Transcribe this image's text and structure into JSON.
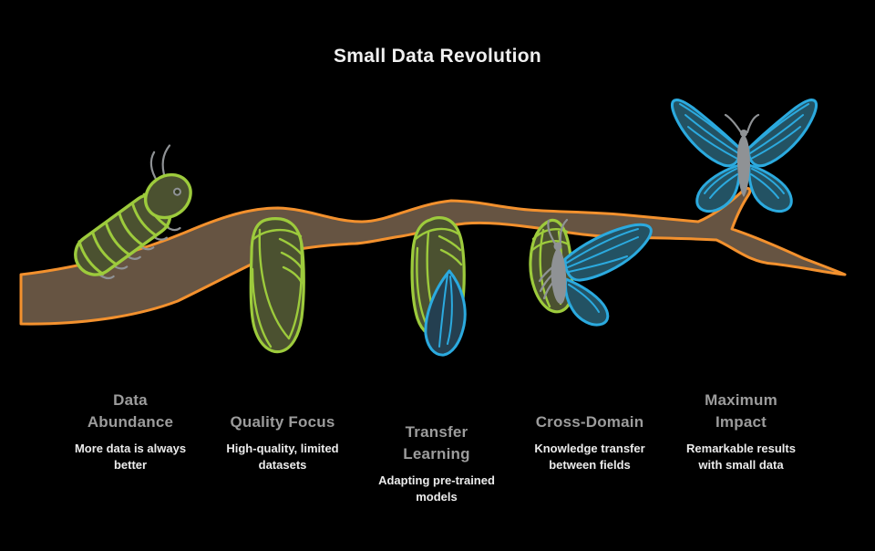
{
  "title": "Small Data Revolution",
  "colors": {
    "background": "#000000",
    "branch_fill": "#665442",
    "branch_outline": "#F3912E",
    "lime_outline": "#9DCB3C",
    "olive_fill": "#4B5130",
    "blue_outline": "#2BAADF",
    "teal_wing_fill": "#235263",
    "dark_wing_fill": "#243F50",
    "gray_detail": "#8F9295",
    "title_color": "#F0F0F0",
    "label_color": "#9C9C9C",
    "desc_color": "#EBEBEB"
  },
  "stages": [
    {
      "icon": "caterpillar-icon",
      "label_lines": [
        "Data",
        "Abundance"
      ],
      "desc_lines": [
        "More data is always",
        "better"
      ]
    },
    {
      "icon": "chrysalis-icon",
      "label_lines": [
        "Quality Focus"
      ],
      "desc_lines": [
        "High-quality, limited",
        "datasets"
      ]
    },
    {
      "icon": "chrysalis-emerging-icon",
      "label_lines": [
        "Transfer",
        "Learning"
      ],
      "desc_lines": [
        "Adapting pre-trained",
        "models"
      ]
    },
    {
      "icon": "butterfly-emerging-icon",
      "label_lines": [
        "Cross-Domain"
      ],
      "desc_lines": [
        "Knowledge transfer",
        "between fields"
      ]
    },
    {
      "icon": "butterfly-icon",
      "label_lines": [
        "Maximum",
        "Impact"
      ],
      "desc_lines": [
        "Remarkable results",
        "with small data"
      ]
    }
  ]
}
